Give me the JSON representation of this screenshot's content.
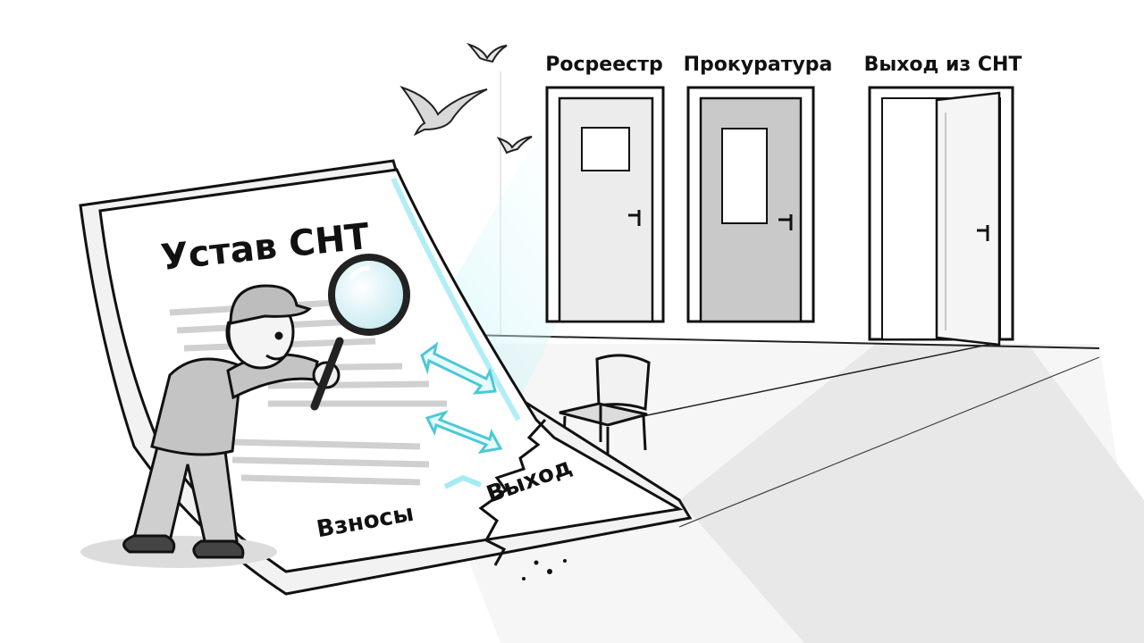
{
  "doors": [
    {
      "label": "Росреестр",
      "state": "closed"
    },
    {
      "label": "Прокуратура",
      "state": "closed"
    },
    {
      "label": "Выход из СНТ",
      "state": "open"
    }
  ],
  "document": {
    "title": "Устав СНТ",
    "section_left": "Взносы",
    "section_torn": "Выход"
  },
  "colors": {
    "ink": "#111111",
    "floor": "#f1f1f1",
    "wall_shade": "#e9e9e9",
    "door_dark": "#bdbdbd",
    "door_mid": "#d4d4d4",
    "glow": "#7fe3f0"
  }
}
